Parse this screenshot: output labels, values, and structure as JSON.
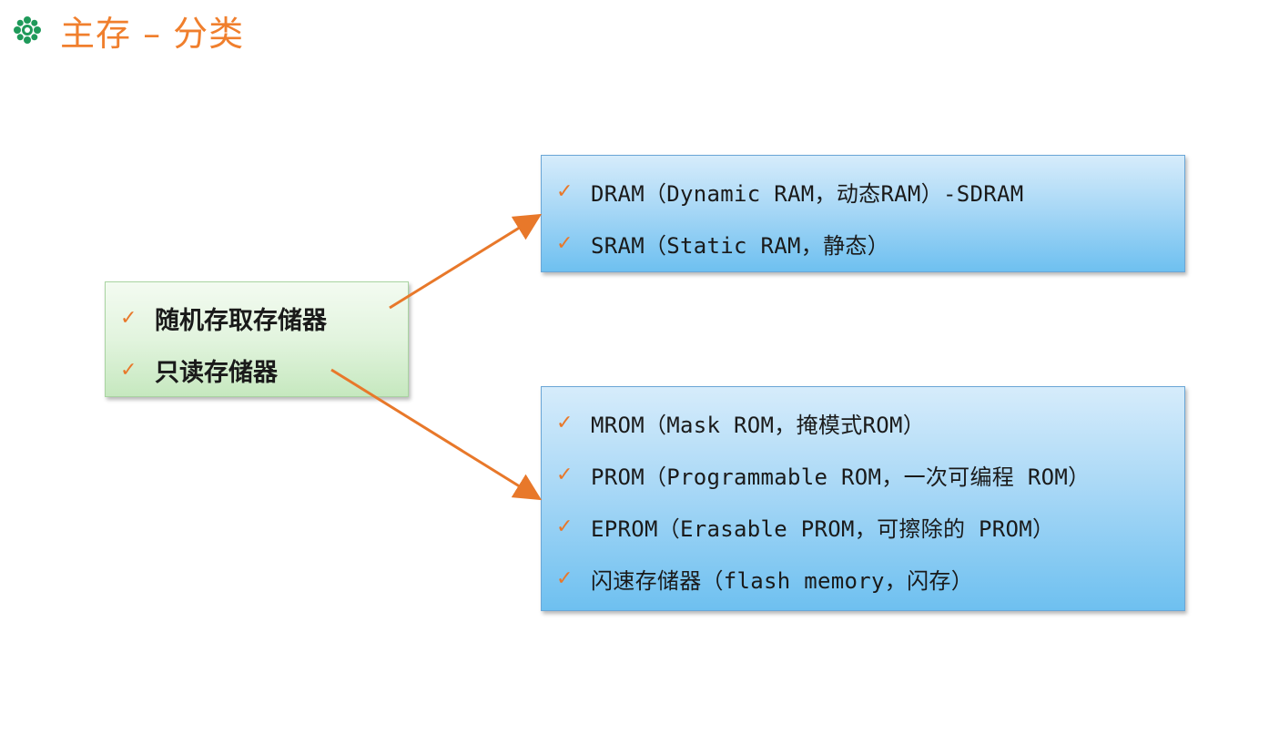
{
  "title": {
    "text": "主存 – 分类",
    "icon": "gear-flower-icon",
    "color": "#f07f2d"
  },
  "left_box": {
    "items": [
      {
        "label": "随机存取存储器"
      },
      {
        "label": "只读存储器"
      }
    ]
  },
  "ram_box": {
    "items": [
      {
        "label": "DRAM（Dynamic RAM，动态RAM）-SDRAM"
      },
      {
        "label": "SRAM（Static RAM，静态）"
      }
    ]
  },
  "rom_box": {
    "items": [
      {
        "label": "MROM（Mask ROM，掩模式ROM）"
      },
      {
        "label": "PROM（Programmable ROM，一次可编程 ROM）"
      },
      {
        "label": "EPROM（Erasable PROM，可擦除的 PROM）"
      },
      {
        "label": "闪速存储器（flash memory，闪存）"
      }
    ]
  },
  "check_glyph": "✓",
  "colors": {
    "accent": "#f07f2d",
    "arrow": "#e8782a",
    "blue_box": "#a9d8f6",
    "green_box": "#e2f4de",
    "icon_green": "#1f9a5a"
  }
}
